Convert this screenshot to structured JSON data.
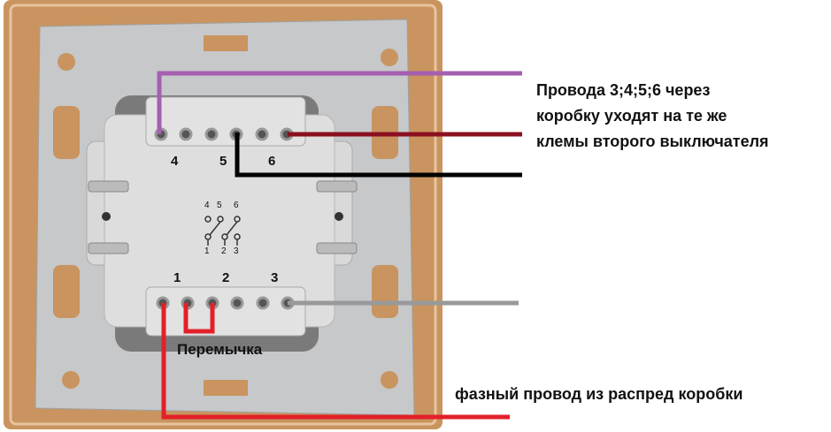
{
  "terminals_top": [
    "4",
    "5",
    "6"
  ],
  "terminals_bottom": [
    "1",
    "2",
    "3"
  ],
  "schematic_top": [
    "4",
    "5",
    "6"
  ],
  "schematic_bottom": [
    "1",
    "2",
    "3"
  ],
  "jumper_label": "Перемычка",
  "note_lines": [
    "Провода 3;4;5;6 через",
    "коробку уходят на те же",
    "клемы второго выключателя"
  ],
  "phase_label": "фазный провод из распред коробки",
  "colors": {
    "frame": "#c9945f",
    "plate": "#c8cacc",
    "switch_body": "#dcdcdc",
    "wire_purple": "#a45fb0",
    "wire_darkred": "#8a1020",
    "wire_black": "#000000",
    "wire_gray": "#999999",
    "wire_red": "#e3202a"
  }
}
